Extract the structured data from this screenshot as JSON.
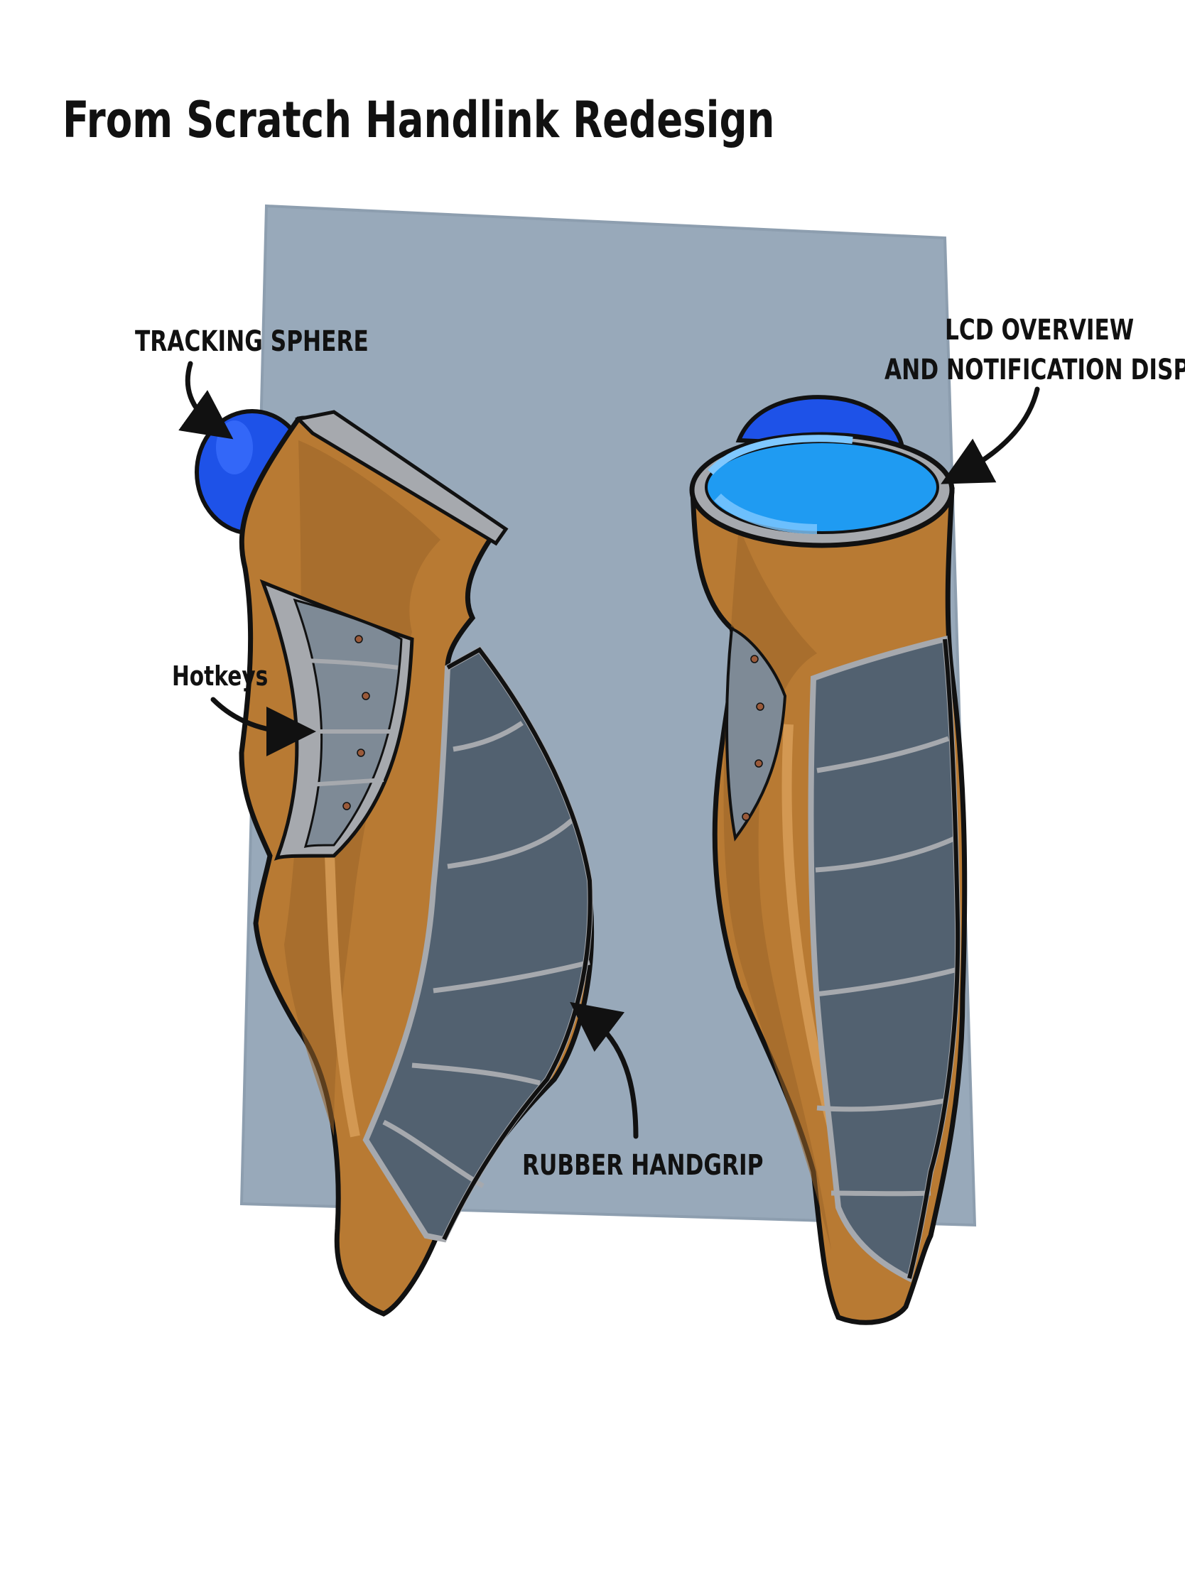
{
  "title": "From Scratch Handlink Redesign",
  "callouts": {
    "tracking_sphere": "TRACKING SPHERE",
    "lcd_line1": "LCD OVERVIEW",
    "lcd_line2": "AND NOTIFICATION DISPLAY",
    "hotkeys": "Hotkeys",
    "handgrip": "RUBBER HANDGRIP"
  },
  "colors": {
    "backdrop": "#98A9BA",
    "body": "#B87A33",
    "body_shadow": "#9A6528",
    "body_highlight": "#D9A05A",
    "grip": "#526170",
    "trim": "#A6A9AE",
    "sphere": "#1E52E8",
    "lcd": "#1F9BF2",
    "outline": "#111111"
  }
}
